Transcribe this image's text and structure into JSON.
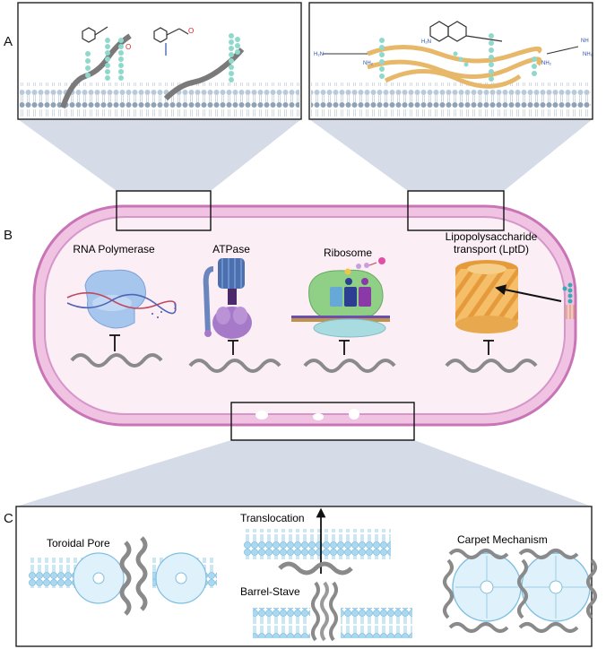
{
  "panels": {
    "a": "A",
    "b": "B",
    "c": "C"
  },
  "targets": {
    "rna_polymerase": "RNA Polymerase",
    "atpase": "ATPase",
    "ribosome": "Ribosome",
    "lptd_line1": "Lipopolysaccharide",
    "lptd_line2": "transport (LptD)"
  },
  "mechanisms": {
    "toroidal": "Toroidal Pore",
    "translocation": "Translocation",
    "barrel": "Barrel-Stave",
    "carpet": "Carpet Mechanism"
  },
  "chem": {
    "h2n": "H₂N",
    "nh2": "NH₂",
    "nh": "NH",
    "o": "O"
  },
  "colors": {
    "membrane_head": "#9fb3c8",
    "lipid_blue": "#a9d8f0",
    "cell_wall": "#d68fc4",
    "cytoplasm": "#fbeef5",
    "lptd": "#f2b356",
    "ribosome": "#8fcf86",
    "polymerase": "#a6c6ee",
    "atpase_head": "#4c6fae",
    "atpase_base": "#a779c9"
  }
}
